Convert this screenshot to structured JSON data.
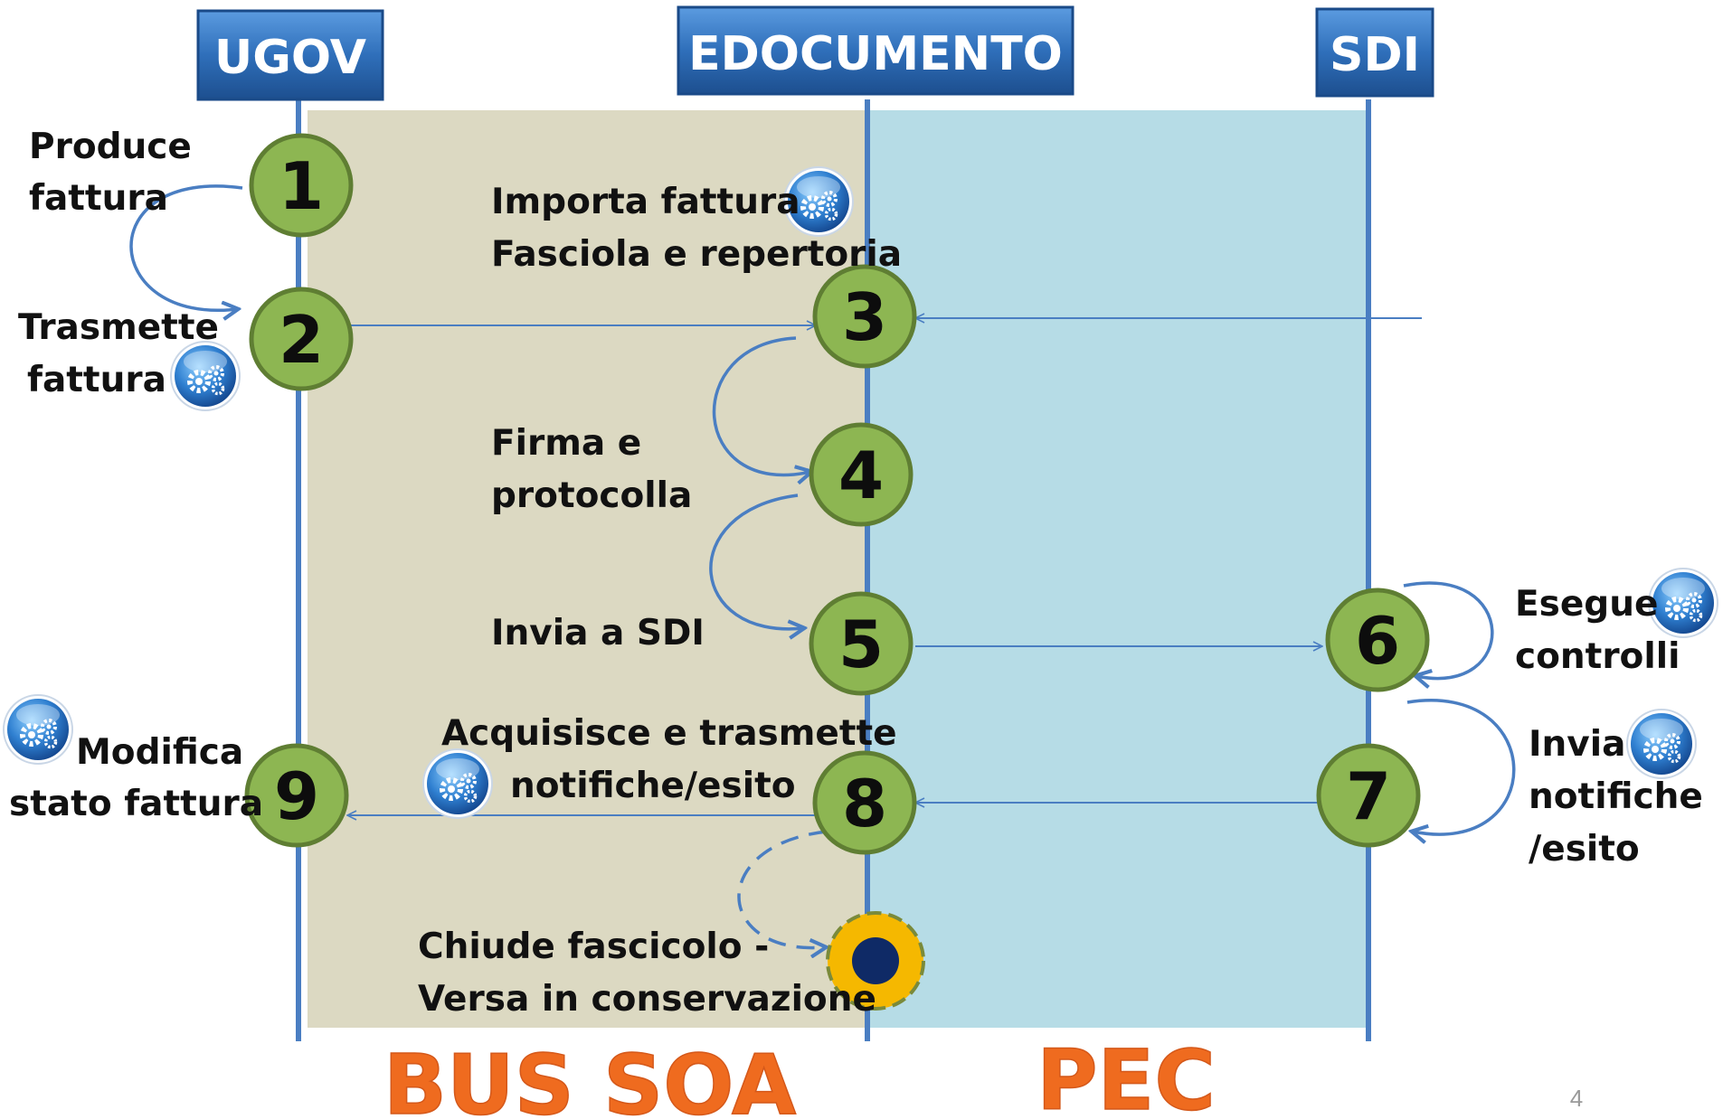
{
  "headers": {
    "ugov": "UGOV",
    "edocumento": "EDOCUMENTO",
    "sdi": "SDI"
  },
  "zones": {
    "bus_soa": "BUS SOA",
    "pec": "PEC"
  },
  "steps": {
    "s1": "1",
    "s2": "2",
    "s3": "3",
    "s4": "4",
    "s5": "5",
    "s6": "6",
    "s7": "7",
    "s8": "8",
    "s9": "9"
  },
  "labels": {
    "produce_l1": "Produce",
    "produce_l2": "fattura",
    "trasmette_l1": "Trasmette",
    "trasmette_l2": "fattura",
    "importa_l1": "Importa fattura",
    "importa_l2": "Fasciola e repertoria",
    "firma_l1": "Firma e",
    "firma_l2": "protocolla",
    "invia_sdi": "Invia a SDI",
    "esegue_l1": "Esegue",
    "esegue_l2": "controlli",
    "invia_not_l1": "Invia",
    "invia_not_l2": "notifiche",
    "invia_not_l3": "/esito",
    "acquisisce_l1": "Acquisisce e trasmette",
    "acquisisce_l2": "notifiche/esito",
    "modifica_l1": "Modifica",
    "modifica_l2": "stato fattura",
    "chiude_l1": "Chiude fascicolo -",
    "chiude_l2": "Versa in conservazione"
  },
  "page_number": "4",
  "icons": [
    "gear-service-icon"
  ],
  "colors": {
    "header_blue": "#2e6db8",
    "lane_line": "#4a7ec2",
    "bus_soa_zone": "#dcd9c2",
    "pec_zone": "#b6dce6",
    "step_green": "#8db652",
    "end_node_ring": "#f5b800",
    "end_node_core": "#0f2a66",
    "zone_label_orange": "#ef6b1f"
  }
}
